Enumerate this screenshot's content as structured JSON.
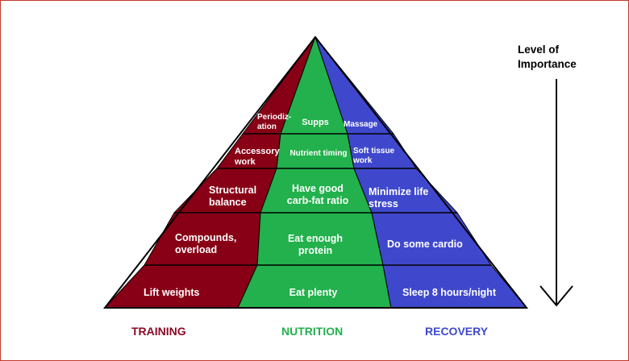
{
  "importance_label": [
    "Level of",
    "Importance"
  ],
  "columns": {
    "training": {
      "label": "TRAINING",
      "color": "#8b0a26"
    },
    "nutrition": {
      "label": "NUTRITION",
      "color": "#22b14c"
    },
    "recovery": {
      "label": "RECOVERY",
      "color": "#3f48cc"
    }
  },
  "training": [
    [
      "Periodiz-",
      "ation"
    ],
    [
      "Accessory",
      "work"
    ],
    [
      "Structural",
      "balance"
    ],
    [
      "Compounds,",
      "overload"
    ],
    [
      "Lift weights"
    ]
  ],
  "nutrition": [
    [
      "Supps"
    ],
    [
      "Nutrient timing"
    ],
    [
      "Have good",
      "carb-fat ratio"
    ],
    [
      "Eat enough",
      "protein"
    ],
    [
      "Eat plenty"
    ]
  ],
  "recovery": [
    [
      "Massage"
    ],
    [
      "Soft tissue",
      "work"
    ],
    [
      "Minimize life",
      "stress"
    ],
    [
      "Do some cardio"
    ],
    [
      "Sleep 8 hours/night"
    ]
  ]
}
